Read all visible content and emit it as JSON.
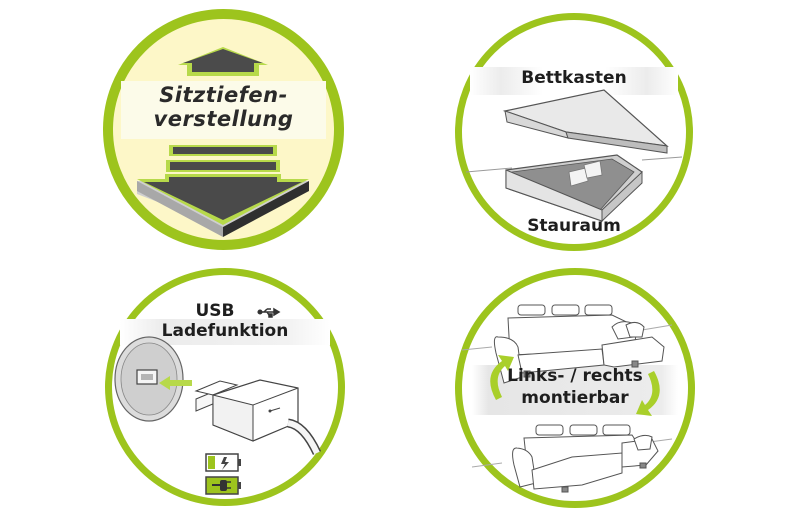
{
  "badges": [
    {
      "id": "sitztiefenverstellung",
      "lines": [
        "Sitztiefen-",
        "verstellung"
      ],
      "icon": "seat-depth-arrow-icon"
    },
    {
      "id": "bettkasten",
      "lines": [
        "Bettkasten",
        "Stauraum"
      ],
      "icon": "storage-bed-box-icon"
    },
    {
      "id": "usb",
      "lines": [
        "USB",
        "Ladefunktion"
      ],
      "icon": "usb-plug-icon",
      "extras": [
        "usb-symbol-icon",
        "battery-charging-icon",
        "battery-plug-icon"
      ]
    },
    {
      "id": "links-rechts",
      "lines": [
        "Links- / rechts",
        "montierbar"
      ],
      "icon": "corner-sofa-icon",
      "extras": [
        "swap-arrows-icon"
      ]
    }
  ],
  "colors": {
    "ring": "#9dc41d",
    "accent": "#a9cf2a",
    "badge1_fill": "#fdf7c8",
    "arrow_dark": "#4a4a4a",
    "text": "#1e1e1e"
  }
}
